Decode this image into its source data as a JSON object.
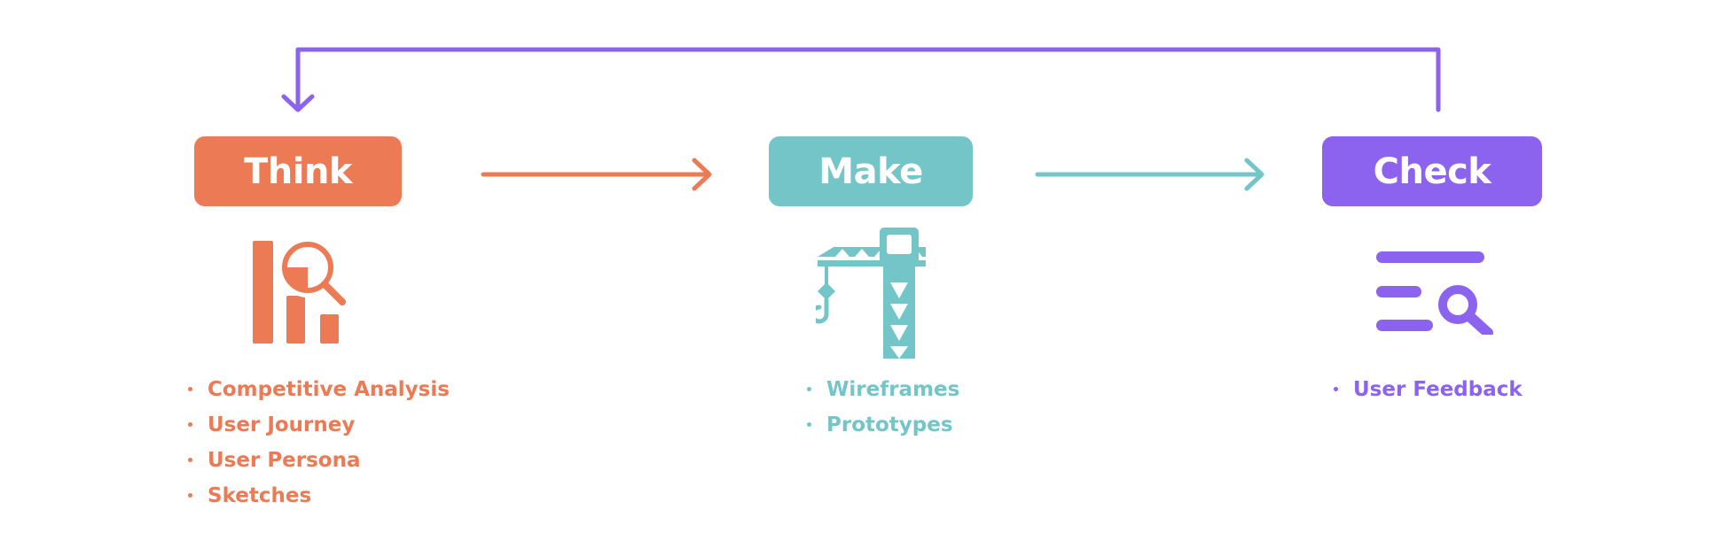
{
  "colors": {
    "think": "#EC7A55",
    "make": "#73C5C8",
    "check": "#8B63EE"
  },
  "stages": [
    {
      "label": "Think",
      "icon": "chart-magnifier-icon",
      "items": [
        "Competitive Analysis",
        "User Journey",
        "User Persona",
        "Sketches"
      ]
    },
    {
      "label": "Make",
      "icon": "crane-icon",
      "items": [
        "Wireframes",
        "Prototypes"
      ]
    },
    {
      "label": "Check",
      "icon": "search-list-icon",
      "items": [
        "User Feedback"
      ]
    }
  ],
  "arrows": [
    {
      "from": "Think",
      "to": "Make"
    },
    {
      "from": "Make",
      "to": "Check"
    },
    {
      "from": "Check",
      "to": "Think"
    }
  ]
}
